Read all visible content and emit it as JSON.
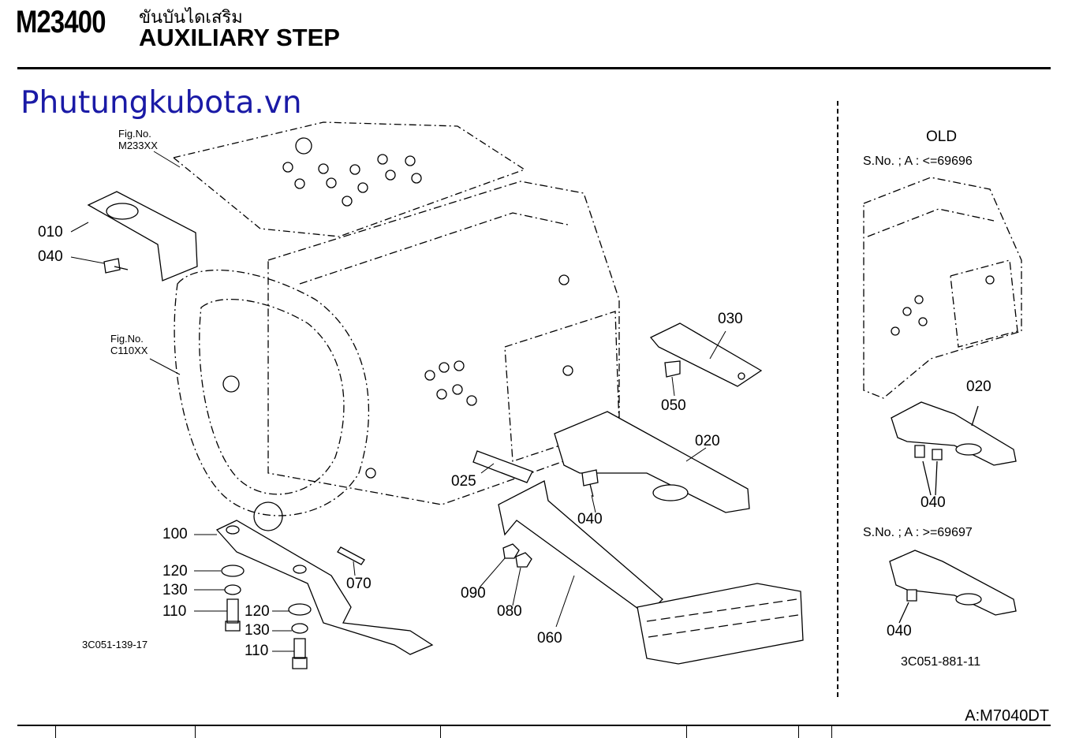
{
  "header": {
    "code": "M23400",
    "title_th": "ขันบันไดเสริม",
    "title_en": "AUXILIARY STEP"
  },
  "watermark": "Phutungkubota.vn",
  "main": {
    "fig_refs": [
      {
        "label": "Fig.No.",
        "value": "M233XX"
      },
      {
        "label": "Fig.No.",
        "value": "C110XX"
      }
    ],
    "callouts": [
      {
        "id": "010",
        "text": "010"
      },
      {
        "id": "040a",
        "text": "040"
      },
      {
        "id": "030",
        "text": "030"
      },
      {
        "id": "050",
        "text": "050"
      },
      {
        "id": "020",
        "text": "020"
      },
      {
        "id": "025",
        "text": "025"
      },
      {
        "id": "040b",
        "text": "040"
      },
      {
        "id": "100",
        "text": "100"
      },
      {
        "id": "120a",
        "text": "120"
      },
      {
        "id": "130a",
        "text": "130"
      },
      {
        "id": "110a",
        "text": "110"
      },
      {
        "id": "120b",
        "text": "120"
      },
      {
        "id": "130b",
        "text": "130"
      },
      {
        "id": "110b",
        "text": "110"
      },
      {
        "id": "070",
        "text": "070"
      },
      {
        "id": "090",
        "text": "090"
      },
      {
        "id": "080",
        "text": "080"
      },
      {
        "id": "060",
        "text": "060"
      }
    ],
    "drawing_number": "3C051-139-17"
  },
  "side": {
    "title": "OLD",
    "serial_old": "S.No. ; A : <=69696",
    "callouts": [
      {
        "id": "020",
        "text": "020"
      },
      {
        "id": "040a",
        "text": "040"
      },
      {
        "id": "040b",
        "text": "040"
      }
    ],
    "serial_new": "S.No. ; A : >=69697",
    "drawing_number": "3C051-881-11"
  },
  "footer": {
    "model": "A:M7040DT"
  }
}
